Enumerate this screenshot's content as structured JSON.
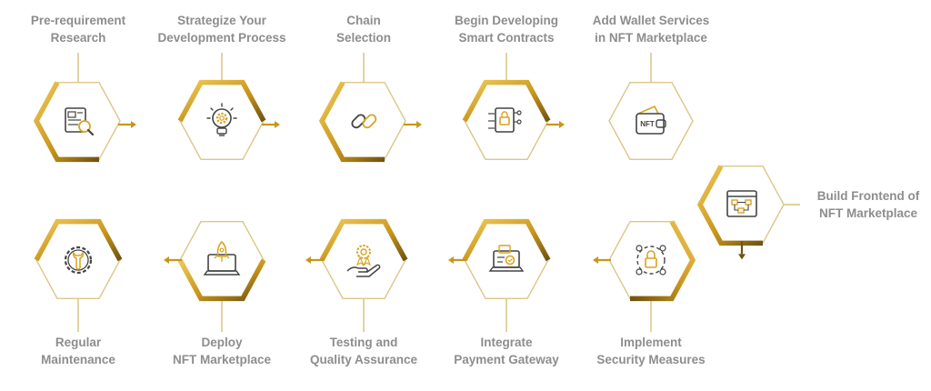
{
  "colors": {
    "gold_light": "#e6b94a",
    "gold": "#c9961b",
    "gold_dark": "#6e5212",
    "outline": "#dcc687",
    "connector": "#d7c07a",
    "text": "#8d8d8d",
    "icon": "#444444",
    "icon_accent": "#d9a425"
  },
  "steps": [
    {
      "id": "pre-requirement-research",
      "lines": [
        "Pre-requirement",
        "Research"
      ],
      "icon": "document-search-icon"
    },
    {
      "id": "strategize-development-process",
      "lines": [
        "Strategize Your",
        "Development Process"
      ],
      "icon": "lightbulb-gear-icon"
    },
    {
      "id": "chain-selection",
      "lines": [
        "Chain",
        "Selection"
      ],
      "icon": "chain-link-icon"
    },
    {
      "id": "begin-developing-smart-contracts",
      "lines": [
        "Begin Developing",
        "Smart Contracts"
      ],
      "icon": "smart-contract-icon"
    },
    {
      "id": "add-wallet-services",
      "lines": [
        "Add Wallet Services",
        "in NFT Marketplace"
      ],
      "icon": "nft-wallet-icon"
    },
    {
      "id": "build-frontend",
      "lines": [
        "Build Frontend of",
        "NFT Marketplace"
      ],
      "icon": "frontend-flowchart-icon"
    },
    {
      "id": "implement-security-measures",
      "lines": [
        "Implement",
        "Security Measures"
      ],
      "icon": "security-lock-icon"
    },
    {
      "id": "integrate-payment-gateway",
      "lines": [
        "Integrate",
        "Payment Gateway"
      ],
      "icon": "payment-laptop-icon"
    },
    {
      "id": "testing-quality-assurance",
      "lines": [
        "Testing and",
        "Quality Assurance"
      ],
      "icon": "quality-badge-hand-icon"
    },
    {
      "id": "deploy-nft-marketplace",
      "lines": [
        "Deploy",
        "NFT Marketplace"
      ],
      "icon": "rocket-laptop-icon"
    },
    {
      "id": "regular-maintenance",
      "lines": [
        "Regular",
        "Maintenance"
      ],
      "icon": "gear-wrench-icon"
    }
  ]
}
